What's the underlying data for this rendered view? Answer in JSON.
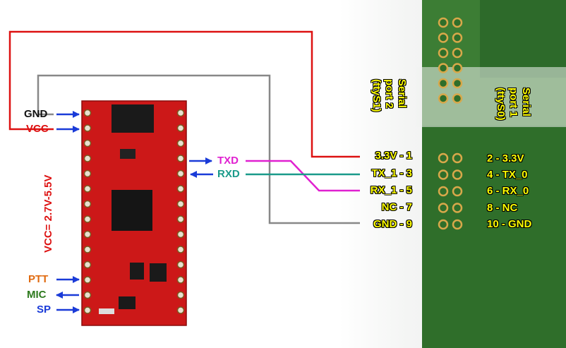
{
  "module": {
    "pins_left": [
      "GND",
      "VCC"
    ],
    "pins_right": [
      "TXD",
      "RXD"
    ],
    "audio_pins": [
      "PTT",
      "MIC",
      "SP"
    ],
    "supply_range": "VCC= 2.7V-5.5V"
  },
  "serial_port_2": {
    "title_line1": "Serial",
    "title_line2": "port 2",
    "title_line3": "(ttyS1)",
    "pins": [
      "3.3V - 1",
      "TX_1 - 3",
      "RX_1 - 5",
      "NC - 7",
      "GND - 9"
    ]
  },
  "serial_port_1": {
    "title_line1": "Serial",
    "title_line2": "port 1",
    "title_line3": "(ttyS0)",
    "pins": [
      "2 - 3.3V",
      "4 - TX_0",
      "6 - RX_0",
      "8 - NC",
      "10 - GND"
    ]
  },
  "colors": {
    "vcc_wire": "#dd1111",
    "gnd_wire": "#888888",
    "txd_wire": "#e020d0",
    "rxd_wire": "#1a9a8a",
    "arrow": "#1a3bd8",
    "board": "#cc1818"
  }
}
